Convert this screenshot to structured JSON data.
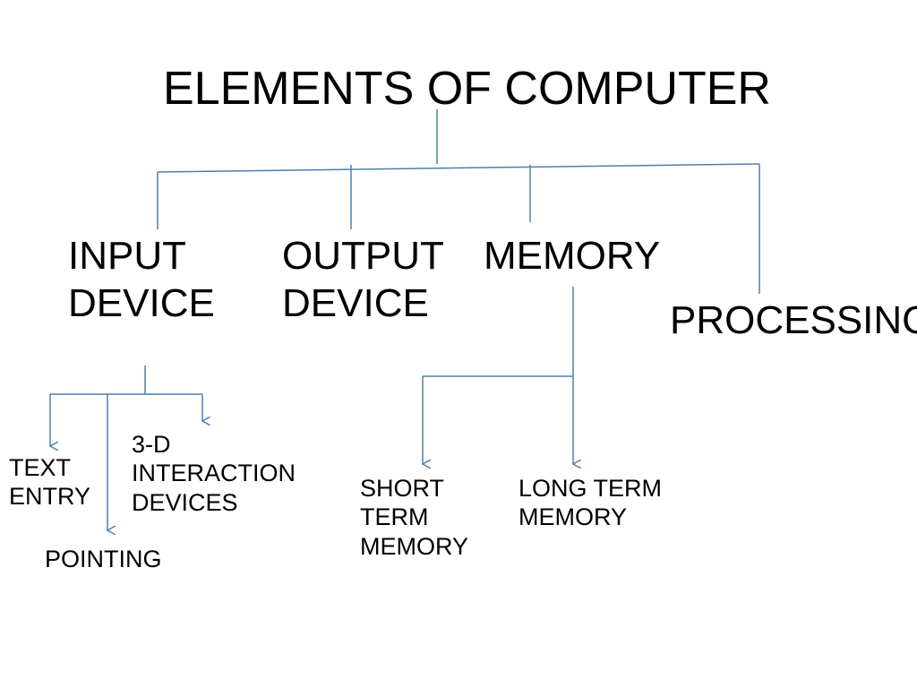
{
  "title": "ELEMENTS OF COMPUTER",
  "colors": {
    "connector": "#4f7fac",
    "text": "#000000",
    "background": "#ffffff"
  },
  "nodes": {
    "input_device": [
      "INPUT",
      "DEVICE"
    ],
    "output_device": [
      "OUTPUT",
      "DEVICE"
    ],
    "memory": [
      "MEMORY"
    ],
    "processing": [
      "PROCESSING"
    ],
    "text_entry": [
      "TEXT",
      "ENTRY"
    ],
    "pointing": [
      "POINTING"
    ],
    "interaction_3d": [
      "3-D",
      "INTERACTION",
      "DEVICES"
    ],
    "short_term_memory": [
      "SHORT",
      "TERM",
      "MEMORY"
    ],
    "long_term_memory": [
      "LONG TERM",
      "MEMORY"
    ]
  },
  "edges": [
    {
      "from": "title",
      "to": "input_device"
    },
    {
      "from": "title",
      "to": "output_device"
    },
    {
      "from": "title",
      "to": "memory"
    },
    {
      "from": "title",
      "to": "processing"
    },
    {
      "from": "input_device",
      "to": "text_entry"
    },
    {
      "from": "input_device",
      "to": "pointing"
    },
    {
      "from": "input_device",
      "to": "interaction_3d"
    },
    {
      "from": "memory",
      "to": "short_term_memory"
    },
    {
      "from": "memory",
      "to": "long_term_memory"
    }
  ]
}
